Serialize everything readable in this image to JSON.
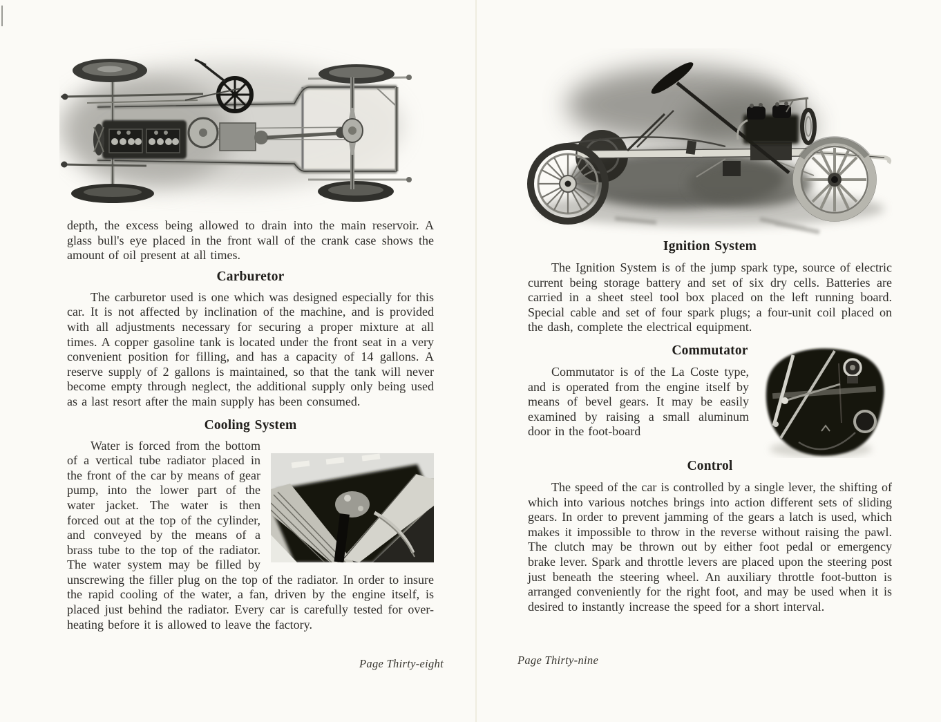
{
  "book": {
    "left_page": {
      "continued_paragraph": "depth, the excess being allowed to drain into the main reservoir.  A glass bull's eye placed in the front wall of the crank case shows the amount of oil present at all times.",
      "sections": [
        {
          "heading": "Carburetor",
          "body": "The carburetor used is one which was designed especially for this car.  It is not affected by inclination of the machine, and is provided with all adjustments necessary for securing a proper mixture at all times.  A copper gasoline tank is located under the front seat in a very convenient position for filling, and has a capacity of 14 gallons.  A reserve supply of 2 gallons is maintained, so that the tank will never become empty through neglect, the additional supply only being used as a last resort after the main supply has been consumed."
        },
        {
          "heading": "Cooling System",
          "body": "Water is forced from the bottom of a vertical tube radiator placed in the front of the car by means of gear pump, into the lower part of the water jacket.  The water is then forced out at the top of the cylinder, and conveyed by the means of a brass tube to the top of the radiator.  The water system may be filled by unscrewing the filler plug on the top of the radiator.  In order to insure the rapid cooling of the water, a fan, driven by the engine itself, is placed just behind the radiator.  Every car is carefully tested for over-heating before it is allowed to leave the factory."
        }
      ],
      "footer": "Page Thirty-eight",
      "figures": {
        "top": "chassis-top-plan-view",
        "inline": "engine-compartment-photo"
      }
    },
    "right_page": {
      "sections": [
        {
          "heading": "Ignition System",
          "body": "The Ignition System is of the jump spark type, source of electric current being storage battery and set of six dry cells.  Batteries are carried in a sheet steel tool box placed on the left running board.  Special cable and set of four spark plugs; a four-unit coil placed on the dash, complete the electrical equipment."
        },
        {
          "heading": "Commutator",
          "body": "Commutator is of the La Coste type, and is operated from the engine itself by means of bevel gears.  It may be easily examined by raising a small aluminum door in the foot-board"
        },
        {
          "heading": "Control",
          "body": "The speed of the car is controlled by a single lever, the shifting of which into various notches brings into action different sets of sliding gears.  In order to prevent jamming of the gears a latch is used, which makes it impossible to throw in the reverse without raising the pawl.  The clutch may be thrown out by either foot pedal or emergency brake lever.  Spark and throttle levers are placed upon the steering post just beneath the steering wheel.  An auxiliary throttle foot-button is arranged conveniently for the right foot, and may be used when it is desired to instantly increase the speed for a short interval."
        }
      ],
      "footer": "Page Thirty-nine",
      "figures": {
        "top": "chassis-side-view",
        "inline": "commutator-photo"
      }
    }
  }
}
